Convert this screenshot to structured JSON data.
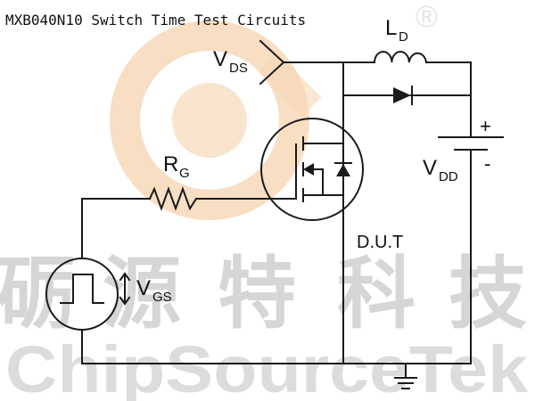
{
  "title": "MXB040N10 Switch Time Test Circuits",
  "watermark": {
    "cjk": [
      "砺",
      "源",
      "特",
      "科",
      "技"
    ],
    "latin": "ChipSourceTek",
    "registered": "®",
    "logo_color": "#f7d8b8"
  },
  "labels": {
    "vds_main": "V",
    "vds_sub": "DS",
    "ld_main": "L",
    "ld_sub": "D",
    "rg_main": "R",
    "rg_sub": "G",
    "vdd_main": "V",
    "vdd_sub": "DD",
    "vgs_main": "V",
    "vgs_sub": "GS",
    "dut": "D.U.T",
    "plus": "+",
    "minus": "-"
  }
}
